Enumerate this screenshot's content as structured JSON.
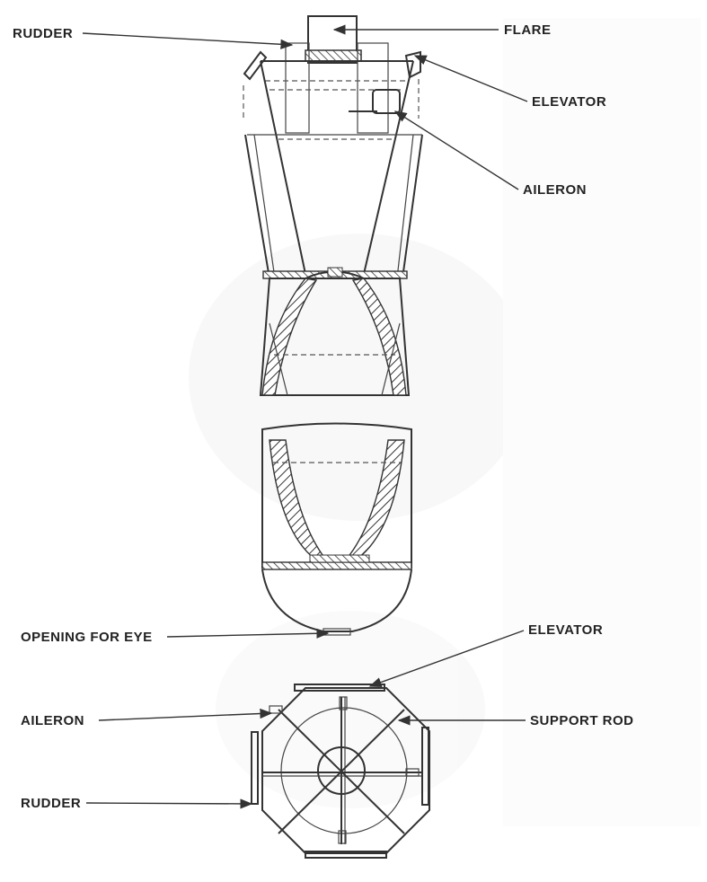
{
  "labels": {
    "rudder_top": "RUDDER",
    "flare": "FLARE",
    "elevator_top": "ELEVATOR",
    "aileron_top": "AILERON",
    "opening_for_eye": "OPENING FOR EYE",
    "elevator_bottom": "ELEVATOR",
    "aileron_bottom": "AILERON",
    "support_rod": "SUPPORT ROD",
    "rudder_bottom": "RUDDER"
  }
}
